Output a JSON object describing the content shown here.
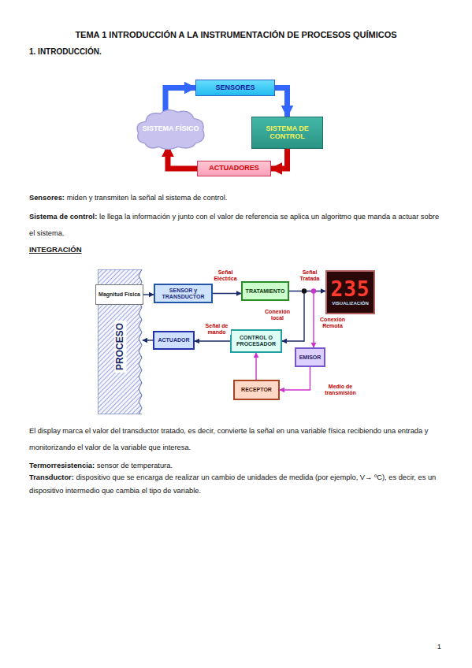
{
  "diagram": {
    "title": "TEMA 1 INTRODUCCIÓN A LA INSTRUMENTACIÓN DE PROCESOS QUÍMICOS",
    "nodes": [
      {
        "text": [
          "SENSORES"
        ]
      },
      {
        "text": [
          "SISTEMA FÍSICO"
        ]
      },
      {
        "text": [
          "SISTEMA DE CONTROL"
        ]
      },
      {
        "text": [
          "ACTUADORES"
        ]
      },
      {
        "text": [
          "PROCESO"
        ]
      },
      {
        "text": [
          "Magnitud Física"
        ],
        "in": 4
      },
      {
        "text": [
          "SENSOR y TRANSDUCTOR"
        ]
      },
      {
        "text": [
          "TRATAMIENTO"
        ]
      },
      {
        "text": [
          "235",
          "VISUALIZACIÓN"
        ]
      },
      {
        "text": [
          "CONTROL O PROCESADOR"
        ]
      },
      {
        "text": [
          "ACTUADOR"
        ]
      },
      {
        "text": [
          "EMISOR"
        ]
      },
      {
        "text": [
          "RECEPTOR"
        ]
      }
    ],
    "edges": [
      {
        "from": 1,
        "to": 0,
        "arrow": "to"
      },
      {
        "from": 0,
        "to": 2,
        "arrow": "to"
      },
      {
        "from": 2,
        "to": 3,
        "arrow": "to"
      },
      {
        "from": 3,
        "to": 1,
        "arrow": "to"
      },
      {
        "from": 5,
        "to": 6,
        "arrow": "to"
      },
      {
        "from": 6,
        "to": 7,
        "label": "Señal Eléctrica",
        "arrow": "to"
      },
      {
        "from": 7,
        "to": 8,
        "label": "Señal Tratada",
        "arrow": "to"
      },
      {
        "from": 7,
        "to": 9,
        "label": "Conexión local",
        "arrow": "to"
      },
      {
        "from": 7,
        "to": 11,
        "label": "Conexión Remota",
        "arrow": "to"
      },
      {
        "from": 11,
        "to": 12,
        "label": "Medio de transmisión",
        "arrow": "to"
      },
      {
        "from": 12,
        "to": 9,
        "arrow": "to"
      },
      {
        "from": 9,
        "to": 10,
        "label": "Señal de mando",
        "arrow": "to"
      },
      {
        "from": 10,
        "to": 4,
        "arrow": "to"
      }
    ],
    "labels": [
      "1. INTRODUCCIÓN.",
      "Sensores:",
      "miden y transmiten la señal al sistema de control.",
      "Sistema de control:",
      "le llega la información y junto con el valor de referencia se aplica un algoritmo que manda a actuar sobre el sistema.",
      "INTEGRACIÓN",
      "El display marca el valor del transductor tratado, es decir, convierte la señal en una variable física recibiendo una entrada y monitorizando el valor de la variable que interesa.",
      "Termorresistencia:",
      "sensor de temperatura.",
      "Transductor:",
      "dispositivo que se encarga de realizar un cambio de unidades de medida (por ejemplo, V→ ºC), es decir, es un dispositivo intermedio que cambia el tipo de variable.",
      "1"
    ]
  }
}
